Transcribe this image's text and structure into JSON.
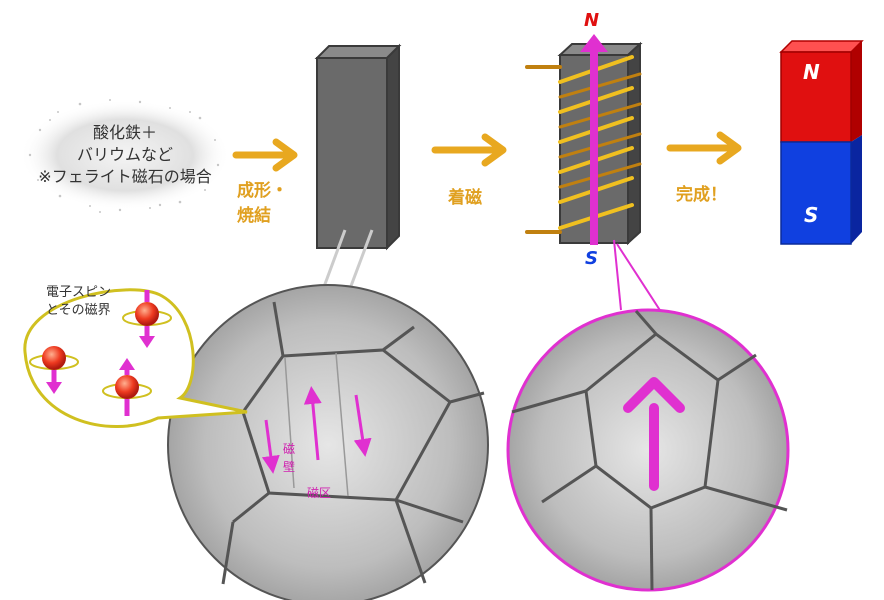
{
  "raw_material": {
    "lines": [
      "酸化鉄＋",
      "バリウムなど",
      "※フェライト磁石の場合"
    ]
  },
  "steps": {
    "forming_line1": "成形・",
    "forming_line2": "焼結",
    "magnetizing": "着磁",
    "complete": "完成！"
  },
  "coil_poles": {
    "north": "N",
    "south": "S"
  },
  "magnet": {
    "north": "N",
    "south": "S"
  },
  "spin_bubble": {
    "line1": "電子スピン",
    "line2": "とその磁界"
  },
  "domain_labels": {
    "wall_char1": "磁",
    "wall_char2": "壁",
    "domain": "磁区"
  },
  "colors": {
    "arrow": "#e8a820",
    "bar_gray": "#666666",
    "magenta": "#e030d0",
    "north_red": "#e01010",
    "south_blue": "#1040e0",
    "bubble_border": "#d0c020"
  }
}
